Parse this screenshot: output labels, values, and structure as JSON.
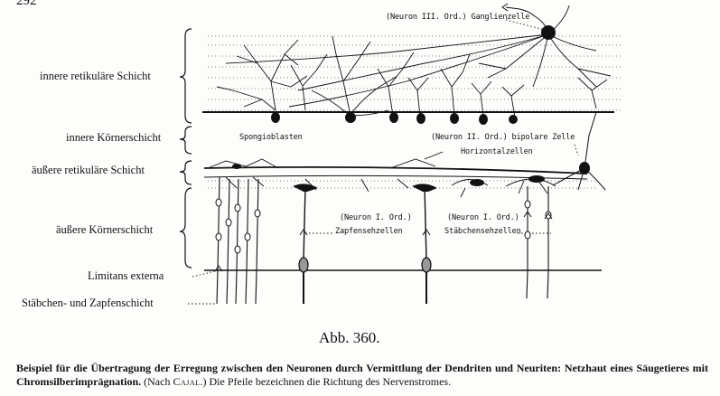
{
  "page_number": "292",
  "layers": [
    {
      "label": "innere retikuläre Schicht"
    },
    {
      "label": "innere Körnerschicht"
    },
    {
      "label": "äußere retikuläre Schicht"
    },
    {
      "label": "äußere Körnerschicht"
    },
    {
      "label": "Limitans externa"
    },
    {
      "label": "Stäbchen- und Zapfenschicht"
    }
  ],
  "annotations": {
    "ganglion": "(Neuron III. Ord.) Ganglienzelle",
    "spongio": "Spongioblasten",
    "bipolar": "(Neuron II. Ord.) bipolare Zelle",
    "horizontal": "Horizontalzellen",
    "cone_neuron": "(Neuron I. Ord.)",
    "cone_cells": "Zapfensehzellen",
    "rod_neuron": "(Neuron I. Ord.)",
    "rod_cells": "Stäbchensehzellen"
  },
  "figure_number": "Abb. 360.",
  "caption": {
    "bold": "Beispiel für die Übertragung der Erregung zwischen den Neuronen durch Vermittlung der Dendriten und Neuriten: Netzhaut eines Säugetieres mit Chromsilberimprägnation.",
    "pre": "(Nach",
    "author": "Cajal",
    "post": ".) Die Pfeile bezeichnen die Richtung des Nervenstromes."
  }
}
